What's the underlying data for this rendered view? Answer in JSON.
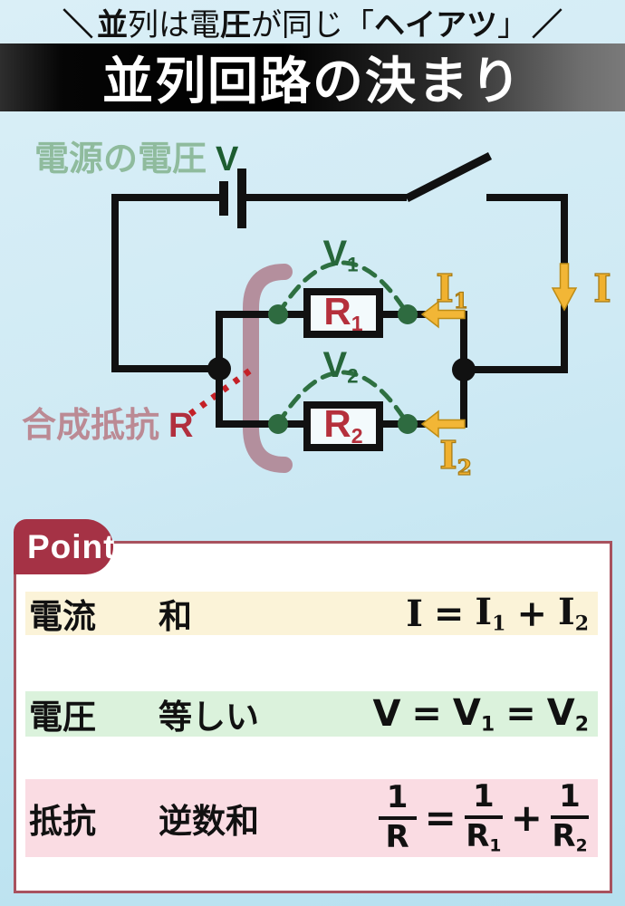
{
  "banner": {
    "open_slash": "＼",
    "bold1": "並",
    "reg1": "列は電",
    "bold2": "圧",
    "reg2": "が同じ「",
    "bold3": "ヘイアツ",
    "reg3": "」",
    "close_slash": "／"
  },
  "title": {
    "text": "並列回路の決まり"
  },
  "circuit": {
    "source_label": {
      "text": "電源の電圧",
      "symbol": "V"
    },
    "combined_label": {
      "text": "合成抵抗",
      "symbol": "R"
    },
    "voltages": [
      {
        "base": "V",
        "sub": "1"
      },
      {
        "base": "V",
        "sub": "2"
      }
    ],
    "resistors": [
      {
        "base": "R",
        "sub": "1"
      },
      {
        "base": "R",
        "sub": "2"
      }
    ],
    "currents": {
      "main": "I",
      "branch1": {
        "base": "I",
        "sub": "1"
      },
      "branch2": {
        "base": "I",
        "sub": "2"
      }
    },
    "colors": {
      "wire": "#111111",
      "voltage_green": "#26663a",
      "source_label_green": "#8fbb9d",
      "resistor_red": "#b5303c",
      "current_yellow": "#f0b12f",
      "bracket_pink": "#ad7887",
      "dotted_red": "#c42127"
    }
  },
  "point": {
    "badge": "Point",
    "border_color": "#a8525e",
    "rows": [
      {
        "category": "電流",
        "rule": "和",
        "bg": "#fbf3d8",
        "formula": {
          "a": "I",
          "op1": "=",
          "b": "I",
          "b_sub": "1",
          "op2": "+",
          "c": "I",
          "c_sub": "2"
        }
      },
      {
        "category": "電圧",
        "rule": "等しい",
        "bg": "#dbf2dc",
        "formula": {
          "a": "V",
          "op1": "=",
          "b": "V",
          "b_sub": "1",
          "op2": "=",
          "c": "V",
          "c_sub": "2"
        }
      },
      {
        "category": "抵抗",
        "rule": "逆数和",
        "bg": "#fadce3",
        "formula": {
          "f1": {
            "num": "1",
            "den": "R"
          },
          "op1": "=",
          "f2": {
            "num": "1",
            "den": "R",
            "den_sub": "1"
          },
          "op2": "+",
          "f3": {
            "num": "1",
            "den": "R",
            "den_sub": "2"
          }
        }
      }
    ]
  }
}
